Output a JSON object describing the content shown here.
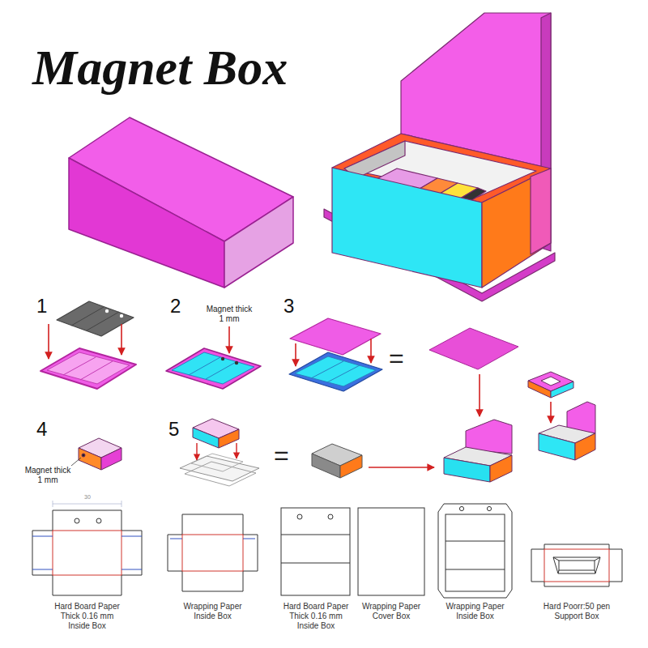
{
  "diagram": {
    "title": "Magnet Box",
    "nodes": [
      {
        "text": [
          "Hard Board Paper Thick 0.16 mm Inside Box"
        ]
      },
      {
        "text": [
          "Wrapping Paper Inside Box"
        ]
      },
      {
        "text": [
          "Hard Board Paper Thick 0.16 mm Inside Box"
        ]
      },
      {
        "text": [
          "Wrapping Paper Cover Box"
        ]
      },
      {
        "text": [
          "Wrapping Paper Inside Box"
        ]
      },
      {
        "text": [
          "Hard Poorr:50 pen Support Box"
        ]
      }
    ],
    "labels": [
      "1",
      "2",
      "3",
      "4",
      "5",
      "Magnet thick 1 mm",
      "Magnet thick 1 mm",
      "=",
      "=",
      "30"
    ]
  }
}
